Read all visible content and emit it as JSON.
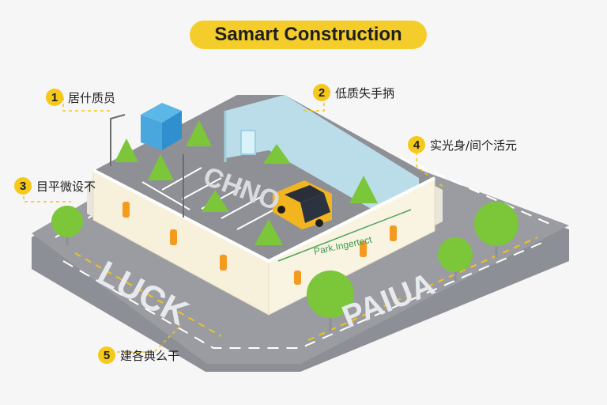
{
  "title": "Samart Construction",
  "callouts": [
    {
      "number": "1",
      "label": "居什质员"
    },
    {
      "number": "2",
      "label": "低质失手抦"
    },
    {
      "number": "3",
      "label": "目平微设不"
    },
    {
      "number": "4",
      "label": "实光身/间个活元"
    },
    {
      "number": "5",
      "label": "建各典么干"
    }
  ],
  "ground_text": {
    "lot": "CHNO",
    "left_road": "LUCK",
    "right_road": "PAIUA",
    "wall_sign": "Park.Ingertect"
  },
  "colors": {
    "accent": "#f5cd2a",
    "road": "#8b8d92",
    "tree": "#7cc63a",
    "wall": "#f7f0da",
    "orange_panels": "#f39a1f",
    "glass": "#bfe6f2"
  },
  "icons": [
    "street-lamp-icon",
    "building-icon",
    "car-icon",
    "tree-icon"
  ]
}
